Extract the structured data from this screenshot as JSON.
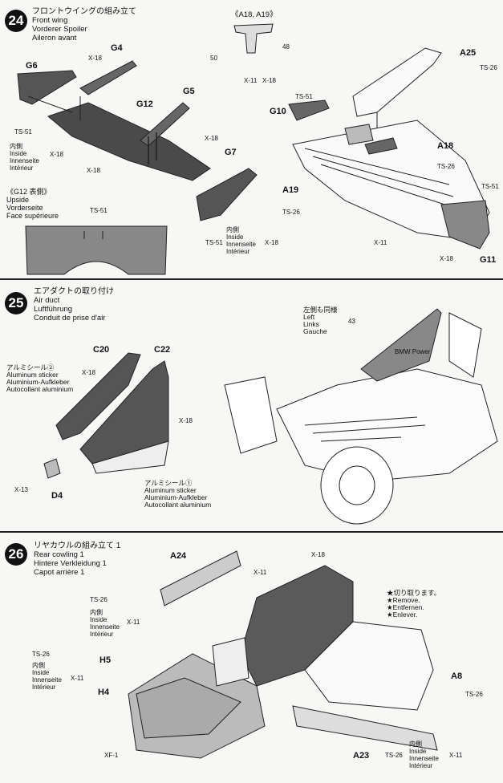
{
  "step24": {
    "number": "24",
    "title_jp": "フロントウイングの組み立て",
    "title_de": "Vorderer Spoiler",
    "title_en": "Front wing",
    "title_fr": "Aileron avant",
    "ref_header": "《A18, A19》",
    "ref_num_50": "50",
    "ref_num_48": "48",
    "g12_header": "《G12 表側》",
    "g12_upside": "Upside",
    "g12_upside_de": "Vorderseite",
    "g12_upside_fr": "Face supérieure",
    "inside_jp": "内側",
    "inside_en": "Inside",
    "inside_de": "Innenseite",
    "inside_fr": "Intérieur",
    "parts": {
      "g4": "G4",
      "g6": "G6",
      "g12": "G12",
      "g5": "G5",
      "g7": "G7",
      "a25": "A25",
      "g10": "G10",
      "a18": "A18",
      "a19": "A19",
      "g11": "G11"
    },
    "screws": {
      "x18": "X-18",
      "ts51": "TS-51",
      "x11": "X-11",
      "ts26": "TS-26"
    }
  },
  "step25": {
    "number": "25",
    "title_jp": "エアダクトの取り付け",
    "title_en": "Air duct",
    "title_de": "Luftführung",
    "title_fr": "Conduit de prise d'air",
    "sticker2_jp": "アルミシール②",
    "sticker1_jp": "アルミシール①",
    "sticker_en": "Aluminum sticker",
    "sticker_de": "Aluminium-Aufkleber",
    "sticker_fr": "Autocollant aluminium",
    "left_jp": "左側も同様",
    "left_en": "Left",
    "left_de": "Links",
    "left_fr": "Gauche",
    "ref_num_43": "43",
    "bmw_power": "BMW Power",
    "parts": {
      "c20": "C20",
      "c22": "C22",
      "d4": "D4"
    },
    "screws": {
      "x18": "X-18",
      "x13": "X-13"
    }
  },
  "step26": {
    "number": "26",
    "title_jp": "リヤカウルの組み立て 1",
    "title_en": "Rear cowling 1",
    "title_de": "Hintere Verkleidung 1",
    "title_fr": "Capot arrière 1",
    "remove_jp": "★切り取ります。",
    "remove_en": "★Remove.",
    "remove_de": "★Entfernen.",
    "remove_fr": "★Enlever.",
    "inside_jp": "内側",
    "inside_en": "Inside",
    "inside_de": "Innenseite",
    "inside_fr": "Intérieur",
    "parts": {
      "a24": "A24",
      "h5": "H5",
      "h4": "H4",
      "a8": "A8",
      "a23": "A23"
    },
    "screws": {
      "x18": "X-18",
      "x11": "X-11",
      "ts26": "TS-26",
      "xf1": "XF-1"
    }
  }
}
